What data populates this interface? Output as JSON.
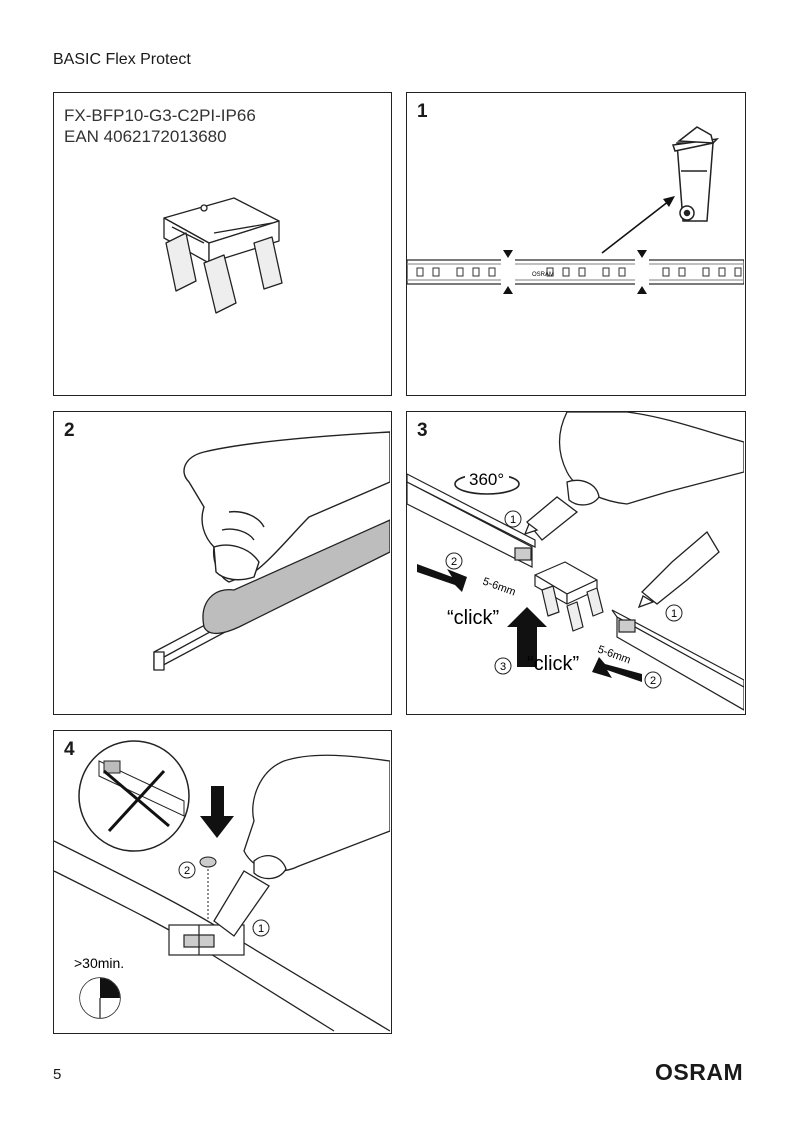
{
  "header": {
    "title": "BASIC Flex Protect"
  },
  "product": {
    "code": "FX-BFP10-G3-C2PI-IP66",
    "ean": "EAN 4062172013680"
  },
  "steps": [
    {
      "number": "1"
    },
    {
      "number": "2"
    },
    {
      "number": "3",
      "rotation": "360°",
      "click": "“click”",
      "gap": "5-6mm",
      "markers": [
        "1",
        "2",
        "3"
      ]
    },
    {
      "number": "4",
      "cure_time": ">30min.",
      "markers": [
        "1",
        "2"
      ]
    }
  ],
  "strip_brand": "OSRAM",
  "footer": {
    "page_number": "5",
    "brand": "OSRAM"
  }
}
